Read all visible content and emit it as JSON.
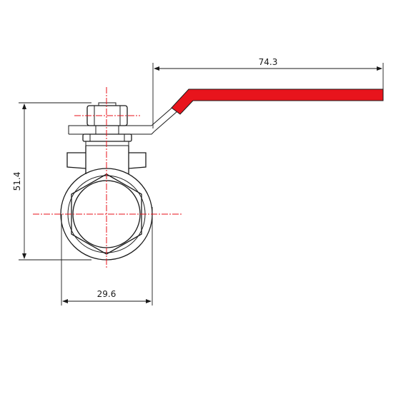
{
  "dimensions": {
    "width_top": "74.3",
    "height_left": "51.4",
    "width_bottom": "29.6"
  },
  "colors": {
    "handle": "#e8141c",
    "centerline": "#e8101a",
    "outline": "#1a1a1a"
  }
}
